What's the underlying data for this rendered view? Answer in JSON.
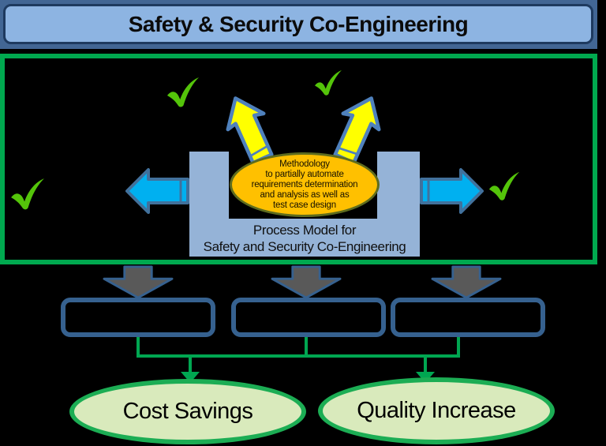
{
  "title": {
    "text": "Safety & Security Co-Engineering"
  },
  "process_model": {
    "label_line1": "Process Model for",
    "label_line2": "Safety and Security Co-Engineering"
  },
  "methodology": {
    "lines": [
      "Methodology",
      "to partially automate",
      "requirements determination",
      "and analysis as well as",
      "test case design"
    ]
  },
  "outputs": {
    "cost_savings": "Cost Savings",
    "quality_increase": "Quality Increase"
  },
  "icons": {
    "checkmark": "green check swoosh",
    "up_arrow": "yellow block arrow up",
    "left_arrow": "cyan block arrow left",
    "right_arrow": "cyan block arrow right",
    "down_arrow": "gray block arrow down"
  },
  "colors": {
    "background": "#000000",
    "banner_strip": "#426694",
    "banner_fill": "#8DB4E2",
    "banner_border": "#1E3A5F",
    "panel_border_green": "#00A94F",
    "process_shape_blue": "#95B3D7",
    "methodology_fill": "#FFC000",
    "methodology_border": "#5E6C1E",
    "yellow_arrow_fill": "#FFFF00",
    "cyan_arrow_fill": "#00B0F0",
    "arrow_border_blue": "#4F81BD",
    "gray_arrow_fill": "#595959",
    "box_border_blue": "#36618F",
    "connector_green": "#00A651",
    "check_green": "#54C40A",
    "output_ellipse_fill": "#D9EABC",
    "output_ellipse_border": "#1CAD54"
  }
}
